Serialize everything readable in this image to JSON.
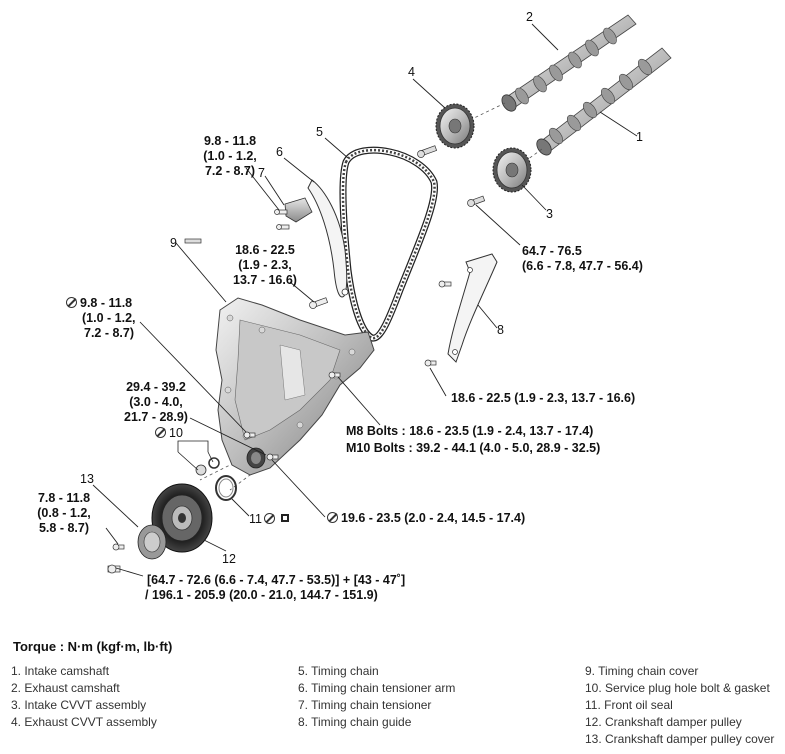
{
  "torque_title": "Torque : N·m (kgf·m, lb·ft)",
  "callout_numbers": [
    "1",
    "2",
    "3",
    "4",
    "5",
    "6",
    "7",
    "8",
    "9",
    "10",
    "11",
    "12",
    "13"
  ],
  "torque_labels": {
    "t_tensioner": [
      "9.8 - 11.8",
      "(1.0 - 1.2,",
      "7.2 - 8.7)"
    ],
    "t_arm": [
      "18.6 - 22.5",
      "(1.9 - 2.3,",
      "13.7 - 16.6)"
    ],
    "t_cvvt": [
      "64.7 - 76.5",
      "(6.6 - 7.8, 47.7 - 56.4)"
    ],
    "t_cover_left": [
      "9.8 - 11.8",
      "(1.0 - 1.2,",
      "7.2 - 8.7)"
    ],
    "t_plug": [
      "29.4 - 39.2",
      "(3.0 - 4.0,",
      "21.7 - 28.9)"
    ],
    "t_guide": "18.6 - 22.5 (1.9 - 2.3, 13.7 - 16.6)",
    "t_m8": "M8 Bolts : 18.6 - 23.5 (1.9 - 2.4, 13.7 - 17.4)",
    "t_m10": "M10 Bolts : 39.2 - 44.1 (4.0 - 5.0, 28.9 - 32.5)",
    "t_seal_bolt": "19.6 - 23.5 (2.0 - 2.4, 14.5 - 17.4)",
    "t_pulley_cover": [
      "7.8 - 11.8",
      "(0.8 - 1.2,",
      "5.8 - 8.7)"
    ],
    "t_damper_1": "[64.7 - 72.6 (6.6 - 7.4, 47.7 - 53.5)] + [43 - 47˚]",
    "t_damper_2": "/ 196.1 - 205.9 (20.0 - 21.0, 144.7 - 151.9)"
  },
  "legend": {
    "col1": [
      "1. Intake camshaft",
      "2. Exhaust camshaft",
      "3. Intake CVVT assembly",
      "4. Exhaust CVVT assembly"
    ],
    "col2": [
      "5. Timing chain",
      "6. Timing chain tensioner arm",
      "7. Timing chain tensioner",
      "8. Timing chain guide"
    ],
    "col3": [
      "9. Timing chain cover",
      "10. Service plug hole bolt & gasket",
      "11. Front oil seal",
      "12. Crankshaft damper pulley",
      "13. Crankshaft damper pulley cover"
    ]
  }
}
